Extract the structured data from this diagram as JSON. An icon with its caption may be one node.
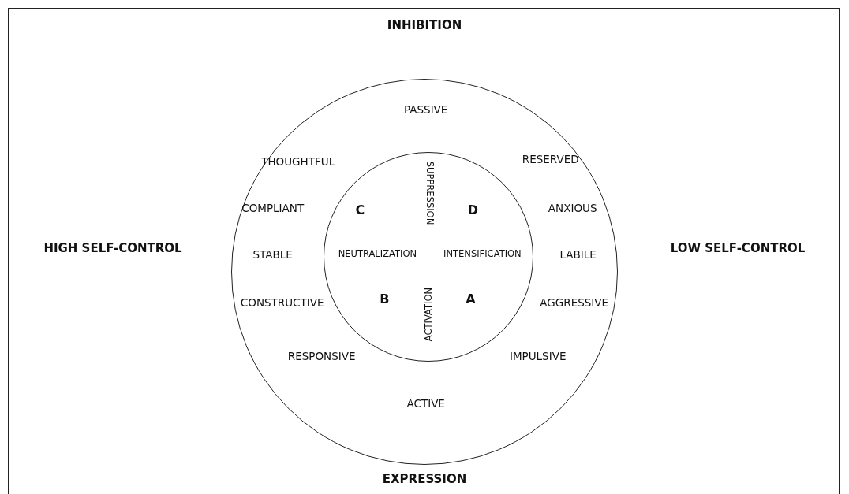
{
  "diagram": {
    "nodes": [
      {
        "text": [
          "PASSIVE",
          "THOUGHTFUL",
          "RESERVED",
          "COMPLIANT",
          "ANXIOUS",
          "STABLE",
          "LABILE",
          "CONSTRUCTIVE",
          "AGGRESSIVE",
          "RESPONSIVE",
          "IMPULSIVE",
          "ACTIVE"
        ]
      },
      {
        "text": [
          "C",
          "SUPPRESSION",
          "D",
          "NEUTRALIZATION",
          "INTENSIFICATION",
          "B",
          "ACTIVATION",
          "A"
        ],
        "in": 0
      }
    ],
    "labels": [
      "INHIBITION",
      "HIGH SELF-CONTROL",
      "LOW SELF-CONTROL",
      "EXPRESSION"
    ]
  }
}
